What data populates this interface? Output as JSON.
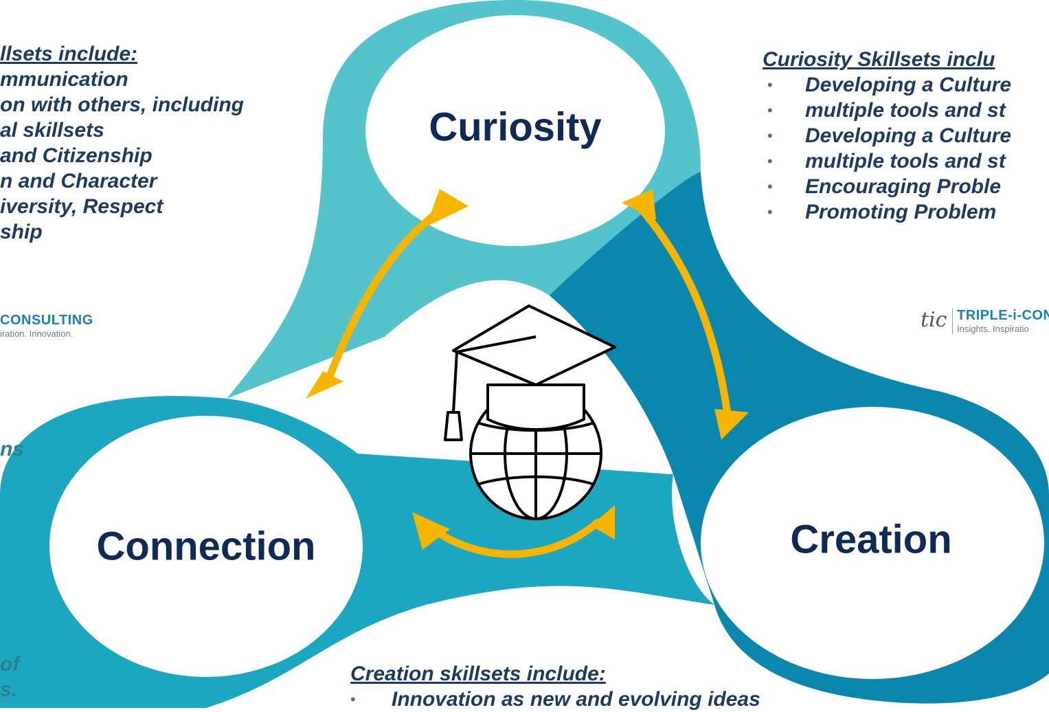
{
  "labels": {
    "curiosity": "Curiosity",
    "connection": "Connection",
    "creation": "Creation"
  },
  "left_text": {
    "heading": "llsets include:",
    "lines": [
      "mmunication",
      "on with others, including",
      "al skillsets",
      " and Citizenship",
      "n and Character",
      "iversity, Respect",
      "ship"
    ],
    "fragment_1": "ns",
    "fragment_2": "of",
    "fragment_3": "s."
  },
  "right_text": {
    "heading": "Curiosity Skillsets inclu",
    "bullets": [
      "Developing a Culture",
      "multiple tools and st",
      "Developing a Culture",
      "multiple tools and st",
      "Encouraging Proble",
      "Promoting Problem"
    ]
  },
  "bottom_text": {
    "heading": "Creation skillsets include:",
    "first_bullet": "Innovation as new and evolving ideas"
  },
  "logo_left": {
    "brand": "CONSULTING",
    "tag": "iration. Innovation."
  },
  "logo_right": {
    "brand": "TRIPLE-i-CON",
    "tag": "Insights. Inspiratio",
    "mark": "tic"
  },
  "colors": {
    "curiosity_ring": "#55c3cb",
    "connection_ring": "#1da6c0",
    "creation_ring": "#0b86ad",
    "arrows": "#f7b500",
    "heading_text": "#1f3a5f",
    "label_text": "#0e2a55"
  },
  "icons": [
    "graduation-cap-globe-icon",
    "double-arrow-icon"
  ]
}
